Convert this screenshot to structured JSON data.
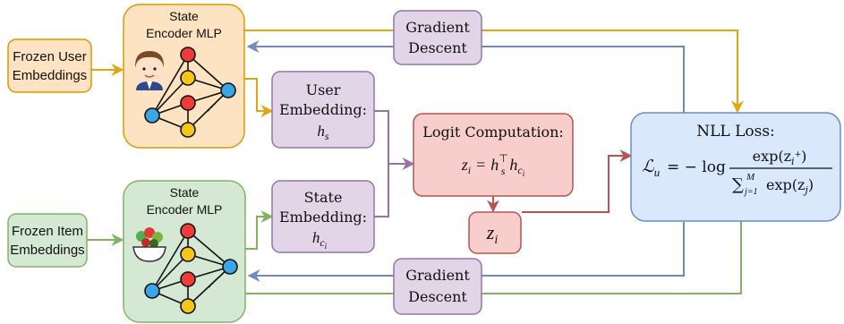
{
  "inputs": {
    "user": {
      "line1": "Frozen User",
      "line2": "Embeddings"
    },
    "item": {
      "line1": "Frozen Item",
      "line2": "Embeddings"
    }
  },
  "encoders": {
    "user": {
      "line1": "State",
      "line2": "Encoder MLP"
    },
    "item": {
      "line1": "State",
      "line2": "Encoder MLP"
    }
  },
  "embeddings": {
    "user": {
      "line1": "User",
      "line2": "Embedding:",
      "symbol": "h",
      "subscript": "s"
    },
    "state": {
      "line1": "State",
      "line2": "Embedding:",
      "symbol": "h",
      "subscript": "c",
      "subsubscript": "i"
    }
  },
  "logit": {
    "title": "Logit Computation:",
    "lhs": "z",
    "lhs_sub": "i",
    "equals": "=",
    "h1": "h",
    "h1_sub": "s",
    "transpose": "⊤",
    "h2": "h",
    "h2_sub": "c",
    "h2_subsub": "i"
  },
  "z_node": {
    "symbol": "z",
    "subscript": "i"
  },
  "loss": {
    "title": "NLL Loss:",
    "lhs": "ℒ",
    "lhs_sub": "u",
    "rhs_prefix": "= − log",
    "numerator": "exp(z",
    "numerator_sub": "i",
    "numerator_sup": "+",
    "numerator_close": ")",
    "denominator_sum": "∑",
    "denominator_upper": "M",
    "denominator_lower": "j=1",
    "denominator_body": "exp(z",
    "denominator_sub": "j",
    "denominator_close": ")"
  },
  "gradient_top": {
    "line1": "Gradient",
    "line2": "Descent"
  },
  "gradient_bottom": {
    "line1": "Gradient",
    "line2": "Descent"
  },
  "colors": {
    "orange_fill": "#fde3c1",
    "orange_stroke": "#d79b00",
    "orange_line": "#e2a511",
    "green_fill": "#d5e8d4",
    "green_stroke": "#82b366",
    "green_line": "#7fb45f",
    "purple_fill": "#e1d5e7",
    "purple_stroke": "#9673a6",
    "red_fill": "#f8cecc",
    "red_stroke": "#b85450",
    "blue_fill": "#dae8fc",
    "blue_stroke": "#6c8ebf",
    "blue_line": "#6c8ebf",
    "node_red": "#f03b3b",
    "node_yellow": "#f5c518",
    "node_blue": "#3aa6e8"
  }
}
